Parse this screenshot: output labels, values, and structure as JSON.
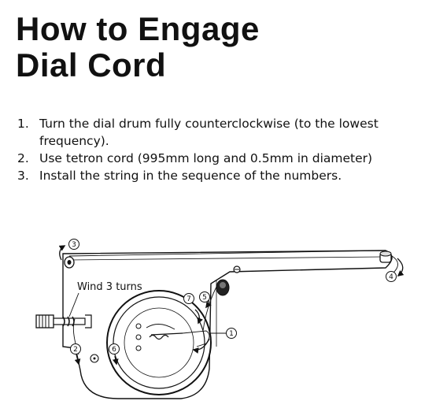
{
  "title_line1": "How to Engage",
  "title_line2": "Dial Cord",
  "steps": [
    {
      "num": "1.",
      "text": "Turn the dial drum fully counterclockwise (to the lowest frequency)."
    },
    {
      "num": "2.",
      "text": "Use tetron cord (995mm long and 0.5mm in diameter)"
    },
    {
      "num": "3.",
      "text": "Install the string in the sequence of the numbers."
    }
  ],
  "diagram": {
    "wind_label": "Wind 3 turns",
    "markers": [
      "1",
      "2",
      "3",
      "4",
      "5",
      "6",
      "7"
    ]
  }
}
